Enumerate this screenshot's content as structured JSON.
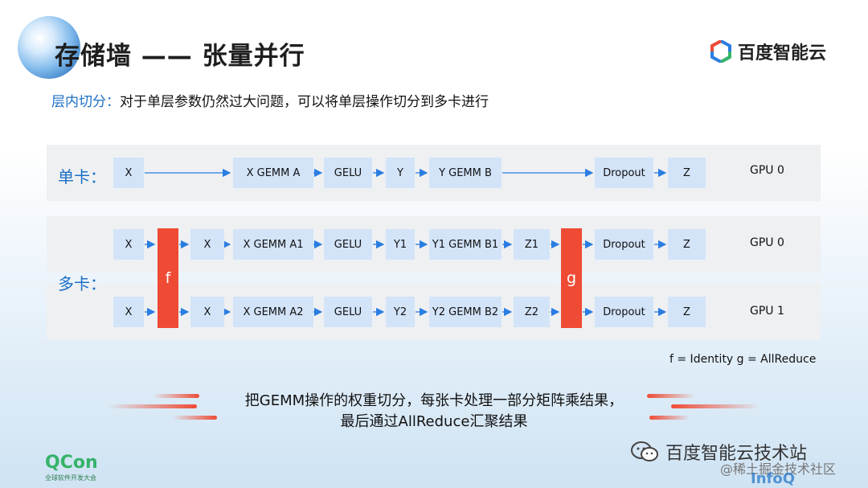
{
  "header": {
    "title": "存储墙 —— 张量并行",
    "brand": "百度智能云"
  },
  "subtitle": {
    "label": "层内切分：",
    "text": "对于单层参数仍然过大问题，可以将单层操作切分到多卡进行"
  },
  "single_card": {
    "label": "单卡：",
    "gpu": "GPU 0",
    "boxes": [
      "X",
      "X GEMM A",
      "GELU",
      "Y",
      "Y GEMM B",
      "Dropout",
      "Z"
    ]
  },
  "multi_card": {
    "label": "多卡：",
    "f_label": "f",
    "g_label": "g",
    "rows": [
      {
        "gpu": "GPU 0",
        "boxes": [
          "X",
          "X",
          "X GEMM A1",
          "GELU",
          "Y1",
          "Y1 GEMM B1",
          "Z1",
          "Dropout",
          "Z"
        ]
      },
      {
        "gpu": "GPU 1",
        "boxes": [
          "X",
          "X",
          "X GEMM A2",
          "GELU",
          "Y2",
          "Y2 GEMM B2",
          "Z2",
          "Dropout",
          "Z"
        ]
      }
    ]
  },
  "legend": "f = Identity  g = AllReduce",
  "summary": {
    "line1": "把GEMM操作的权重切分，每张卡处理一部分矩阵乘结果，",
    "line2": "最后通过AllReduce汇聚结果"
  },
  "footer": {
    "qcon_name": "QCon",
    "qcon_sub": "全球软件开发大会",
    "wechat": "百度智能云技术站",
    "watermark": "@稀土掘金技术社区",
    "infoq": "InfoQ"
  },
  "colors": {
    "accent_blue": "#1b6fc6",
    "box_fill": "#d3e4f9",
    "bar_red": "#ef4b34",
    "panel_gray": "#eef0f2",
    "arrow_blue": "#2a7de1"
  }
}
